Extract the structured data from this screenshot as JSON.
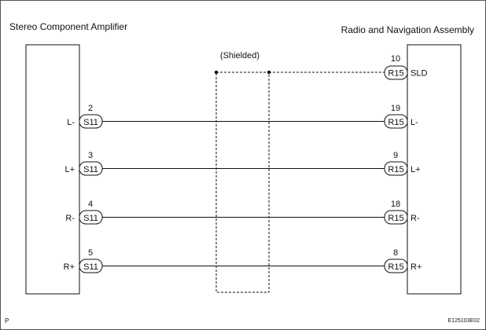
{
  "left_component": {
    "title": "Stereo Component Amplifier",
    "connector": "S11"
  },
  "right_component": {
    "title": "Radio and Navigation Assembly",
    "connector": "R15"
  },
  "shield": {
    "label": "(Shielded)",
    "pin": "10",
    "connector": "R15",
    "signal": "SLD"
  },
  "wires": [
    {
      "signal": "L-",
      "left_pin": "2",
      "right_pin": "19"
    },
    {
      "signal": "L+",
      "left_pin": "3",
      "right_pin": "9"
    },
    {
      "signal": "R-",
      "left_pin": "4",
      "right_pin": "18"
    },
    {
      "signal": "R+",
      "left_pin": "5",
      "right_pin": "8"
    }
  ],
  "footer": {
    "page_mark": "P",
    "figure_code": "E125103E02"
  }
}
